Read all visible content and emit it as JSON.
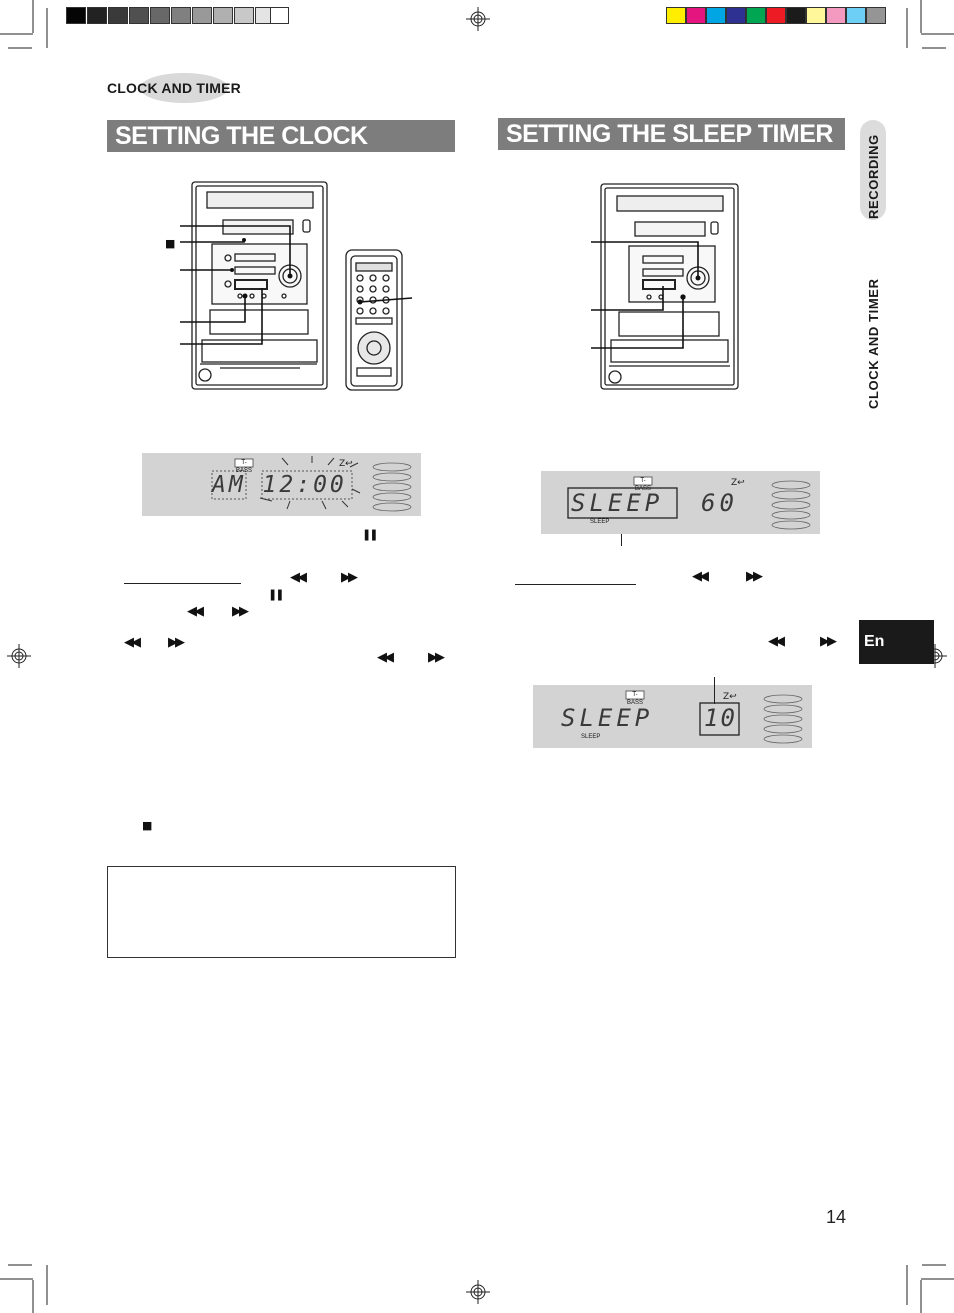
{
  "header": {
    "section_label": "CLOCK AND TIMER"
  },
  "left_section": {
    "title": "SETTING THE CLOCK",
    "display": {
      "tbass_label": "T-BASS",
      "readout": "AM 12:00"
    }
  },
  "right_section": {
    "title": "SETTING THE SLEEP TIMER",
    "display_1": {
      "tbass_label": "T-BASS",
      "text": "SLEEP",
      "value": "60",
      "sub_label": "SLEEP"
    },
    "display_2": {
      "tbass_label": "T-BASS",
      "text": "SLEEP",
      "value": "10",
      "sub_label": "SLEEP"
    }
  },
  "side_tabs": {
    "recording": "RECORDING",
    "clock_and_timer": "CLOCK AND TIMER",
    "language": "En"
  },
  "symbols": {
    "stop": "■",
    "pause": "❚❚",
    "rewind": "◀◀",
    "fast_forward": "▶▶"
  },
  "footer": {
    "page_number": "14"
  },
  "colors": {
    "banner": "#7d7d7d",
    "lcd_background": "#d3d3d3",
    "tab_dark": "#1a1a1a"
  }
}
